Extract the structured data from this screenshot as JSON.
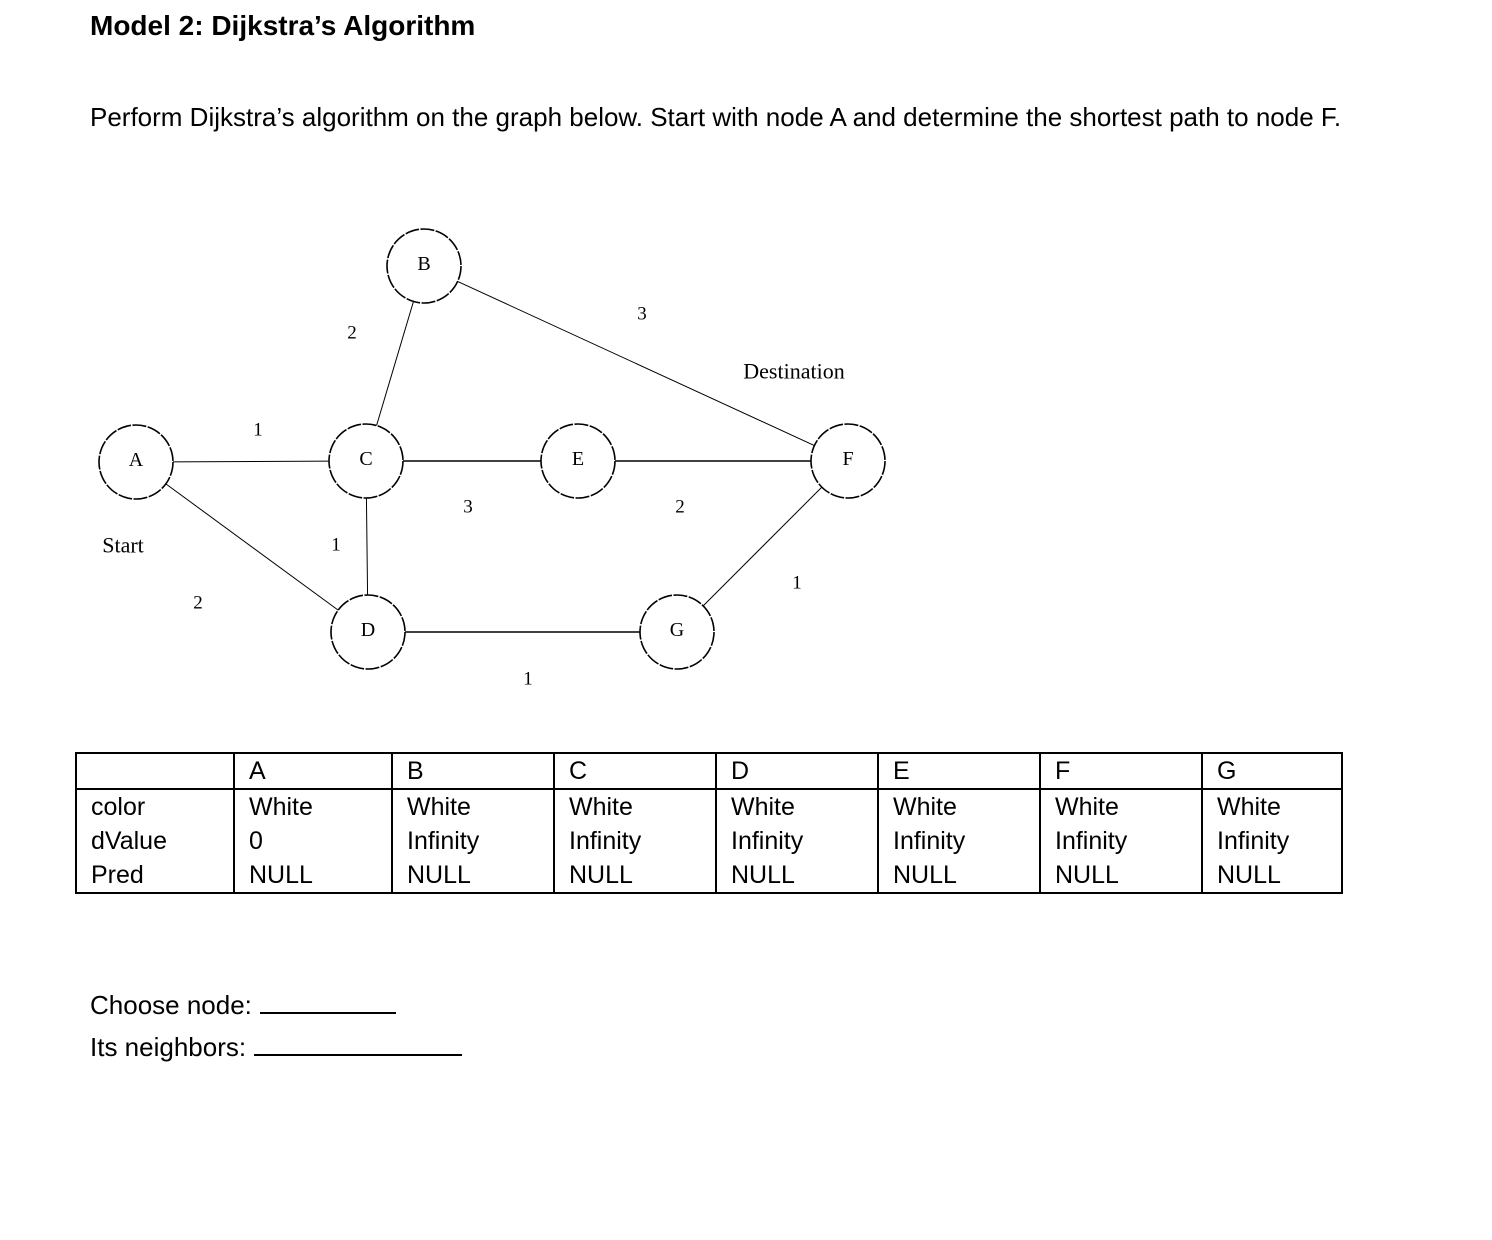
{
  "title": "Model 2: Dijkstra’s Algorithm",
  "instructions": "Perform Dijkstra’s algorithm on the graph below. Start with node A and determine the shortest path to node F.",
  "graph": {
    "nodes": [
      {
        "id": "A",
        "label": "A"
      },
      {
        "id": "B",
        "label": "B"
      },
      {
        "id": "C",
        "label": "C"
      },
      {
        "id": "D",
        "label": "D"
      },
      {
        "id": "E",
        "label": "E"
      },
      {
        "id": "F",
        "label": "F"
      },
      {
        "id": "G",
        "label": "G"
      }
    ],
    "edges": [
      {
        "from": "A",
        "to": "C",
        "weight": "1"
      },
      {
        "from": "A",
        "to": "D",
        "weight": "2"
      },
      {
        "from": "C",
        "to": "B",
        "weight": "2"
      },
      {
        "from": "C",
        "to": "D",
        "weight": "1"
      },
      {
        "from": "C",
        "to": "E",
        "weight": "3"
      },
      {
        "from": "B",
        "to": "F",
        "weight": "3"
      },
      {
        "from": "E",
        "to": "F",
        "weight": "2"
      },
      {
        "from": "D",
        "to": "G",
        "weight": "1"
      },
      {
        "from": "G",
        "to": "F",
        "weight": "1"
      }
    ],
    "start_label": "Start",
    "destination_label": "Destination"
  },
  "table": {
    "columns": [
      "",
      "A",
      "B",
      "C",
      "D",
      "E",
      "F",
      "G"
    ],
    "rows": [
      {
        "label": "color",
        "values": [
          "White",
          "White",
          "White",
          "White",
          "White",
          "White",
          "White"
        ]
      },
      {
        "label": "dValue",
        "values": [
          "0",
          "Infinity",
          "Infinity",
          "Infinity",
          "Infinity",
          "Infinity",
          "Infinity"
        ]
      },
      {
        "label": "Pred",
        "values": [
          "NULL",
          "NULL",
          "NULL",
          "NULL",
          "NULL",
          "NULL",
          "NULL"
        ]
      }
    ]
  },
  "prompts": {
    "choose_node": "Choose node:",
    "neighbors": "Its neighbors:"
  }
}
